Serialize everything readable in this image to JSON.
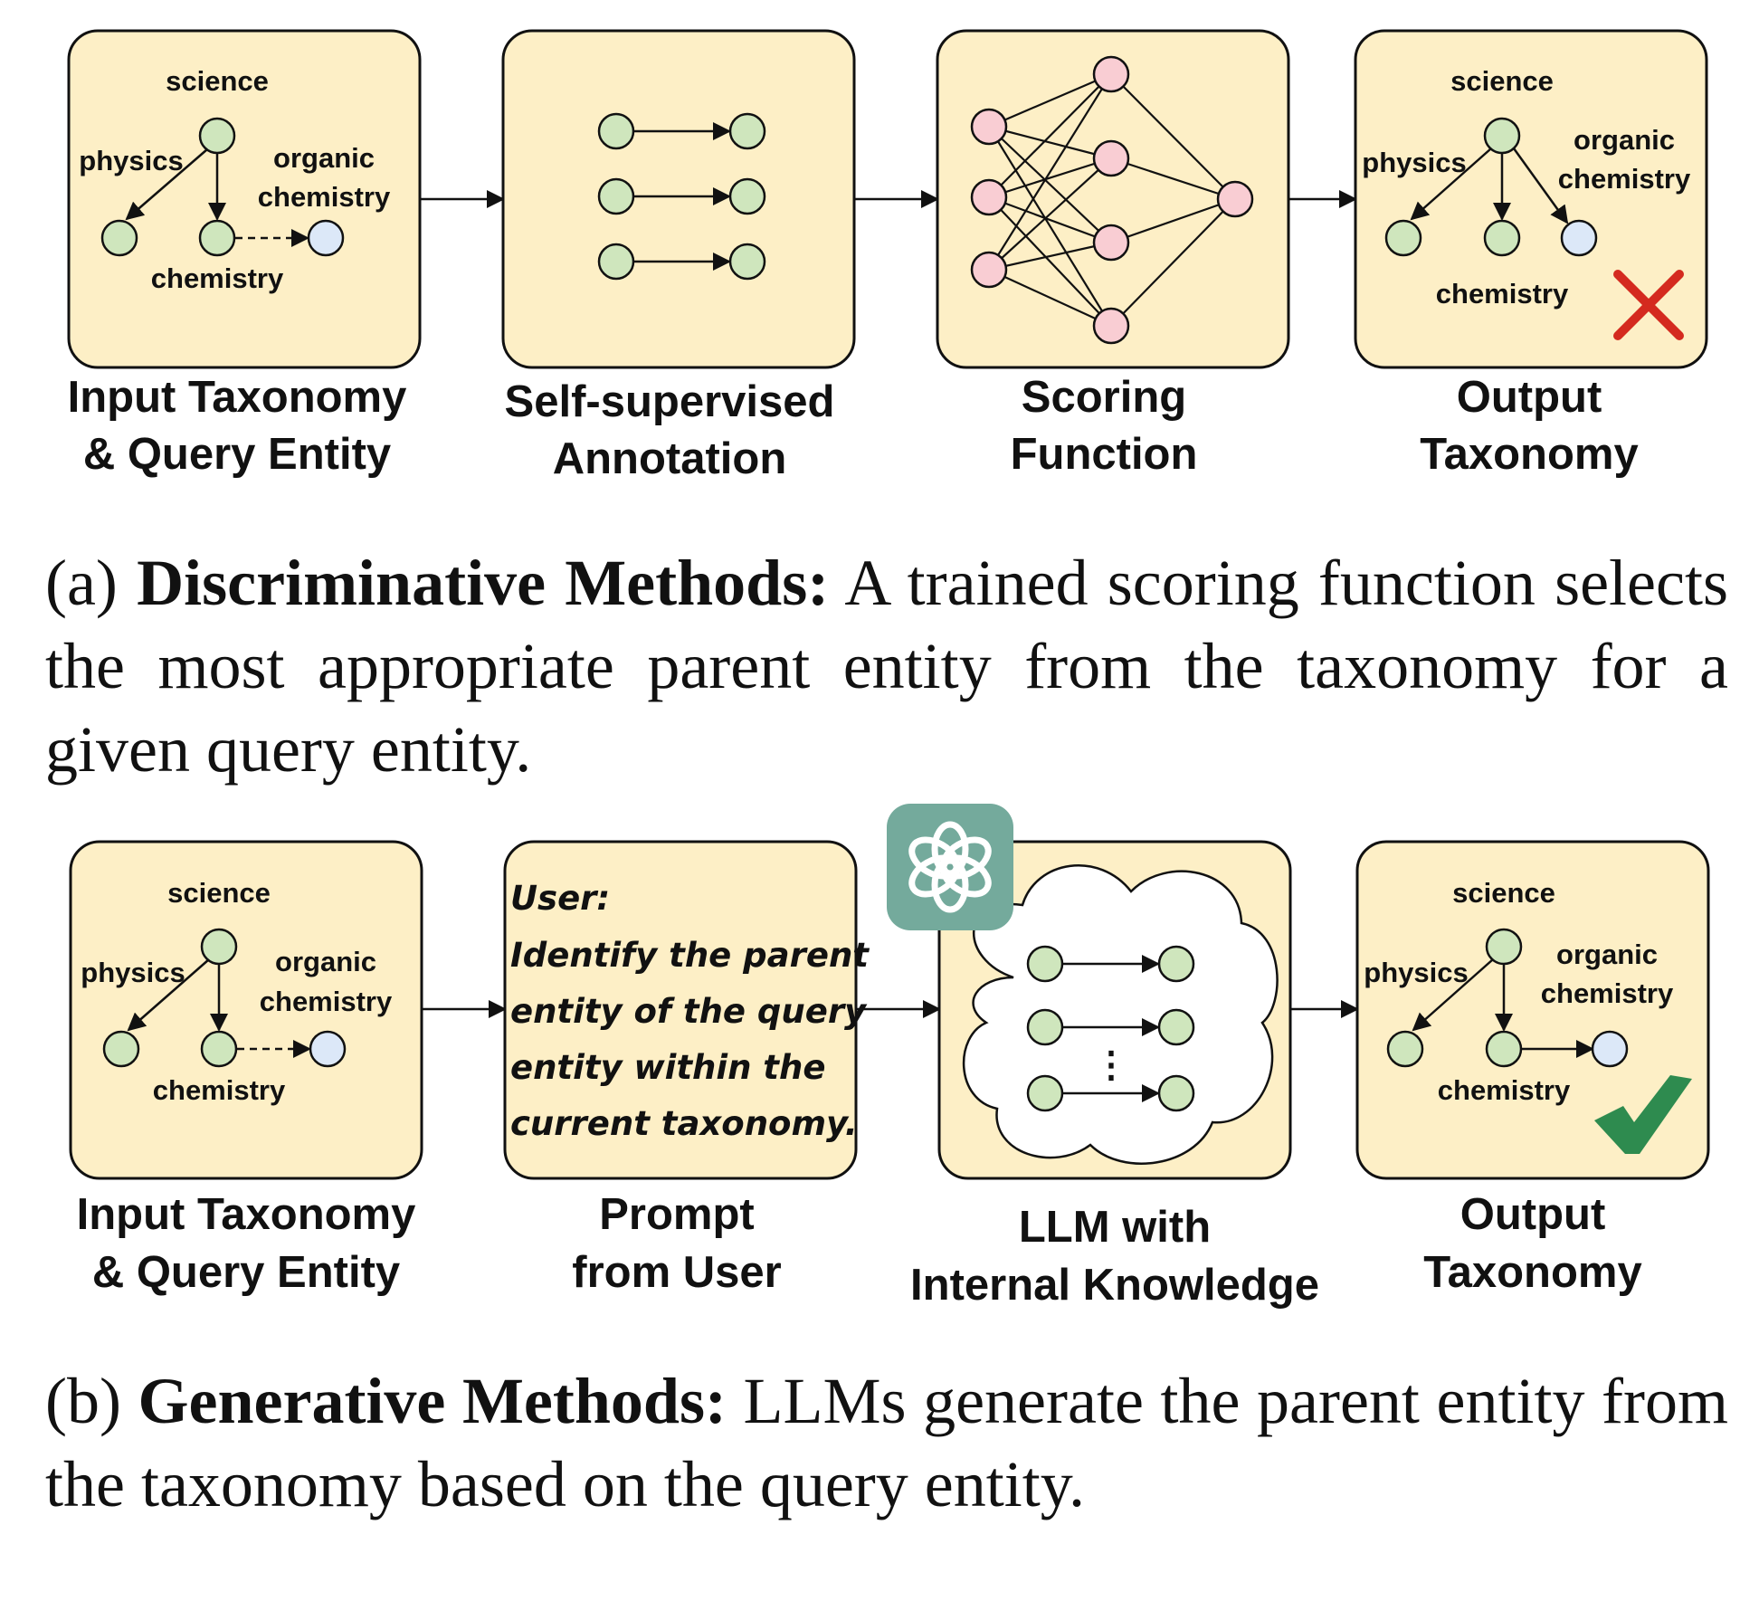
{
  "panel_a": {
    "input_box": {
      "nodes": {
        "top": "science",
        "left": "physics",
        "right": "organic chemistry",
        "bottom": "chemistry"
      },
      "organic_line1": "organic",
      "organic_line2": "chemistry"
    },
    "stage_labels": {
      "input_line1": "Input Taxonomy",
      "input_line2": "& Query Entity",
      "annotation_line1": "Self-supervised",
      "annotation_line2": "Annotation",
      "scoring_line1": "Scoring",
      "scoring_line2": "Function",
      "output_line1": "Output",
      "output_line2": "Taxonomy"
    },
    "output_box": {
      "science": "science",
      "physics": "physics",
      "organic_line1": "organic",
      "organic_line2": "chemistry",
      "chemistry": "chemistry",
      "result": "incorrect"
    },
    "caption": {
      "prefix": "(a) ",
      "title": "Discriminative Methods:",
      "text": " A trained scoring function selects the most appropriate parent entity from the taxon­omy for a given query entity."
    }
  },
  "panel_b": {
    "input_box": {
      "science": "science",
      "physics": "physics",
      "organic_line1": "organic",
      "organic_line2": "chemistry",
      "chemistry": "chemistry"
    },
    "prompt_box": {
      "line1": "User:",
      "line2": "Identify the parent",
      "line3": "entity of the query",
      "line4": "entity within the",
      "line5": "current taxonomy."
    },
    "llm_box": {
      "ellipsis": "⋮",
      "logo_icon": "openai-logo"
    },
    "stage_labels": {
      "input_line1": "Input Taxonomy",
      "input_line2": "& Query Entity",
      "prompt_line1": "Prompt",
      "prompt_line2": "from User",
      "llm_line1": "LLM with",
      "llm_line2": "Internal Knowledge",
      "output_line1": "Output",
      "output_line2": "Taxonomy"
    },
    "output_box": {
      "science": "science",
      "physics": "physics",
      "organic_line1": "organic",
      "organic_line2": "chemistry",
      "chemistry": "chemistry",
      "result": "correct"
    },
    "caption": {
      "prefix": "(b) ",
      "title": "Generative Methods:",
      "text": " LLMs generate the parent entity from the taxonomy based on the query entity."
    }
  },
  "colors": {
    "box_fill": "#fdefc6",
    "green_node": "#cfe6bd",
    "blue_node": "#dce8f8",
    "pink_node": "#f9cdd3",
    "cross": "#d42a1f",
    "check": "#2e8b4f",
    "logo_bg": "#74aa9c"
  }
}
